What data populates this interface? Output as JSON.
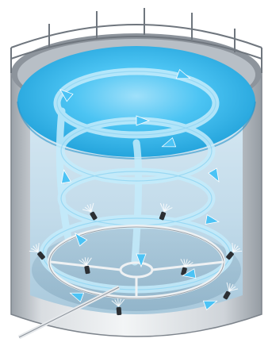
{
  "diagram": {
    "subject": "mixing-tank",
    "colors": {
      "background": "#ffffff",
      "tank_wall_light": "#e9ecef",
      "tank_wall_mid": "#c9ced4",
      "tank_wall_dark": "#8d949c",
      "rim": "#7d848c",
      "railing": "#6f767e",
      "water_surface": "#39b8ee",
      "water_surface_light": "#8fdaf8",
      "water_deep": "#2ea6dc",
      "interior": "#d8e6ef",
      "flow_stroke": "#bfe9fb",
      "flow_arrow": "#4cc3f5",
      "nozzle": "#2c2f33",
      "pipe": "#e6e9ec"
    },
    "nozzle_count": 8,
    "flow_arrow_count": 12
  }
}
